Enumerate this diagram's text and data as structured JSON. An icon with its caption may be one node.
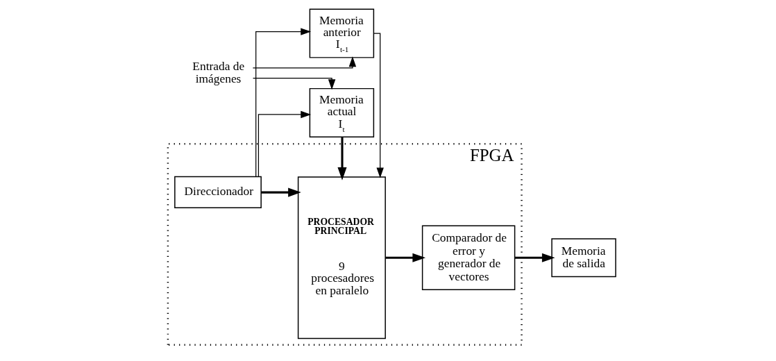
{
  "diagram": {
    "nodes": [
      {
        "text": [
          "Entrada de imágenes"
        ]
      },
      {
        "text": [
          "Memoria actual I$_{t}$"
        ]
      },
      {
        "text": [
          "FPGA"
        ]
      },
      {
        "text": [
          "Direccionador"
        ],
        "in": 2
      },
      {
        "text": [
          "Memoria anterior I$_{t-1}$"
        ]
      },
      {
        "text": [
          "PROCESADOR PRINCIPAL",
          "9 procesadores en paralelo"
        ],
        "in": 2
      },
      {
        "text": [
          "Comparador de error y generador de vectores"
        ],
        "in": 2
      },
      {
        "text": [
          "Memoria de salida"
        ]
      }
    ],
    "edges": [
      {
        "from": 0,
        "to": 1,
        "arrow": "to"
      },
      {
        "from": 0,
        "to": 4,
        "arrow": "to"
      },
      {
        "from": 3,
        "to": 1,
        "arrow": "to"
      },
      {
        "from": 3,
        "to": 4,
        "arrow": "to"
      },
      {
        "from": 1,
        "to": 5,
        "arrow": "to",
        "style": "thick"
      },
      {
        "from": 3,
        "to": 5,
        "arrow": "to",
        "style": "thick"
      },
      {
        "from": 4,
        "to": 5,
        "arrow": "to"
      },
      {
        "from": 5,
        "to": 6,
        "arrow": "to",
        "style": "thick"
      },
      {
        "from": 6,
        "to": 7,
        "arrow": "to",
        "style": "thick"
      }
    ]
  }
}
